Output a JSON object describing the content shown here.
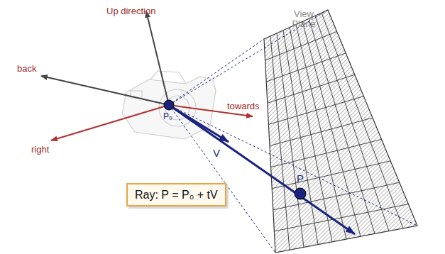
{
  "diagram": {
    "nodes": [
      {
        "text": [
          "Ray: P = P₀ + tV"
        ]
      }
    ],
    "labels": [
      "Up direction",
      "View Plane",
      "back",
      "right",
      "towards",
      "P₀",
      "V",
      "P"
    ]
  }
}
